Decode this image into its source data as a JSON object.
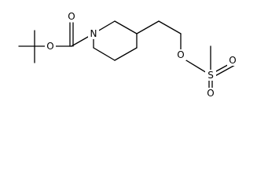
{
  "molecule": {
    "atoms": {
      "N": "N",
      "O_carbonyl": "O",
      "O_ester": "O",
      "O_ether": "O",
      "S": "S",
      "O_sulfonyl_top": "O",
      "O_sulfonyl_bottom": "O"
    }
  }
}
